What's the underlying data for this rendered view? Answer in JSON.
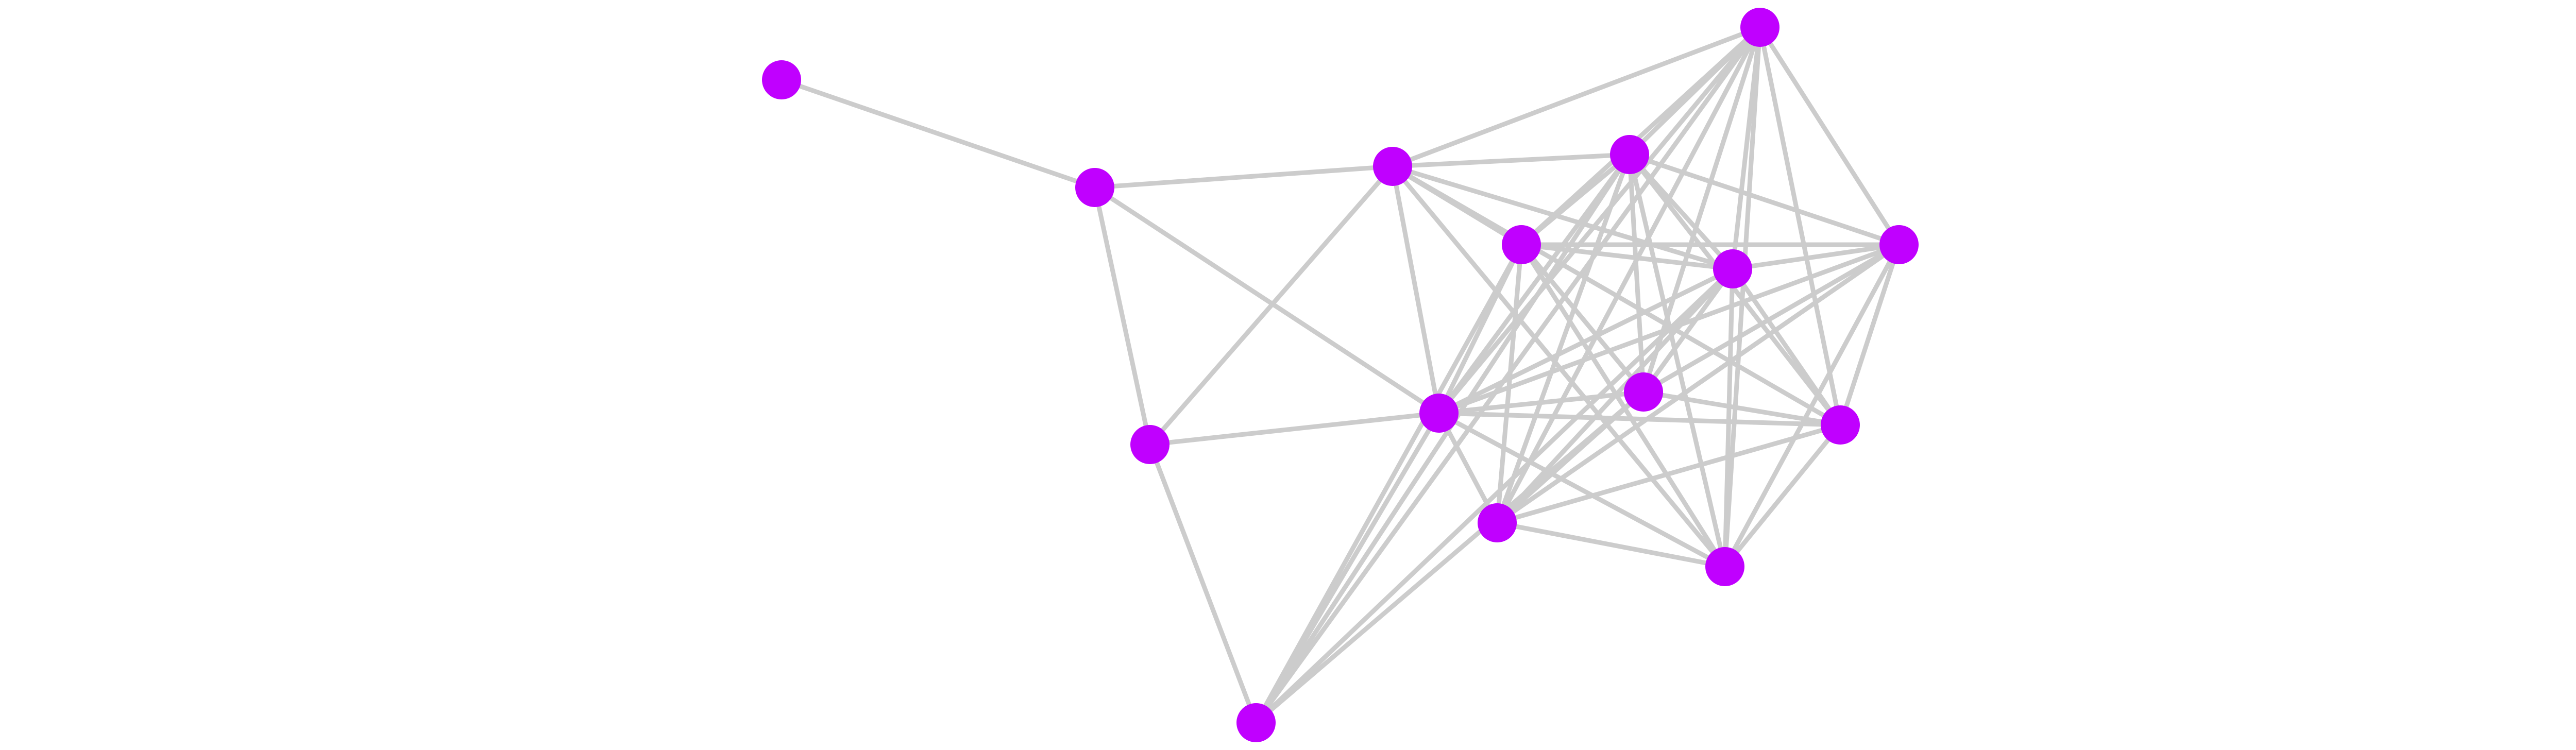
{
  "graph": {
    "colors": {
      "background": "#ffffff",
      "node_fill": "#c000ff",
      "edge_stroke": "#cccccc"
    },
    "nodes": [
      {
        "id": "n0"
      },
      {
        "id": "n1"
      },
      {
        "id": "n2"
      },
      {
        "id": "n3"
      },
      {
        "id": "n4"
      },
      {
        "id": "n5"
      },
      {
        "id": "n6"
      },
      {
        "id": "n7"
      },
      {
        "id": "n8"
      },
      {
        "id": "n9"
      },
      {
        "id": "n10"
      },
      {
        "id": "n11"
      },
      {
        "id": "n12"
      },
      {
        "id": "n13"
      },
      {
        "id": "n14"
      }
    ],
    "edges": [
      [
        "n0",
        "n1"
      ],
      [
        "n1",
        "n2"
      ],
      [
        "n1",
        "n3"
      ],
      [
        "n1",
        "n8"
      ],
      [
        "n2",
        "n3"
      ],
      [
        "n2",
        "n4"
      ],
      [
        "n2",
        "n5"
      ],
      [
        "n2",
        "n6"
      ],
      [
        "n2",
        "n7"
      ],
      [
        "n2",
        "n8"
      ],
      [
        "n2",
        "n12"
      ],
      [
        "n2",
        "n14"
      ],
      [
        "n3",
        "n8"
      ],
      [
        "n3",
        "n9"
      ],
      [
        "n4",
        "n5"
      ],
      [
        "n4",
        "n6"
      ],
      [
        "n4",
        "n7"
      ],
      [
        "n4",
        "n8"
      ],
      [
        "n4",
        "n9"
      ],
      [
        "n4",
        "n10"
      ],
      [
        "n4",
        "n11"
      ],
      [
        "n4",
        "n12"
      ],
      [
        "n4",
        "n13"
      ],
      [
        "n4",
        "n14"
      ],
      [
        "n5",
        "n6"
      ],
      [
        "n5",
        "n7"
      ],
      [
        "n5",
        "n8"
      ],
      [
        "n5",
        "n9"
      ],
      [
        "n5",
        "n10"
      ],
      [
        "n5",
        "n11"
      ],
      [
        "n5",
        "n12"
      ],
      [
        "n5",
        "n13"
      ],
      [
        "n5",
        "n14"
      ],
      [
        "n6",
        "n7"
      ],
      [
        "n6",
        "n8"
      ],
      [
        "n6",
        "n9"
      ],
      [
        "n6",
        "n10"
      ],
      [
        "n6",
        "n11"
      ],
      [
        "n6",
        "n13"
      ],
      [
        "n6",
        "n14"
      ],
      [
        "n7",
        "n8"
      ],
      [
        "n7",
        "n9"
      ],
      [
        "n7",
        "n10"
      ],
      [
        "n7",
        "n11"
      ],
      [
        "n7",
        "n12"
      ],
      [
        "n7",
        "n13"
      ],
      [
        "n7",
        "n14"
      ],
      [
        "n8",
        "n9"
      ],
      [
        "n8",
        "n10"
      ],
      [
        "n8",
        "n11"
      ],
      [
        "n8",
        "n12"
      ],
      [
        "n8",
        "n13"
      ],
      [
        "n8",
        "n14"
      ],
      [
        "n9",
        "n10"
      ],
      [
        "n10",
        "n11"
      ],
      [
        "n10",
        "n12"
      ],
      [
        "n10",
        "n13"
      ],
      [
        "n11",
        "n12"
      ],
      [
        "n11",
        "n13"
      ],
      [
        "n11",
        "n14"
      ],
      [
        "n12",
        "n13"
      ],
      [
        "n12",
        "n14"
      ],
      [
        "n13",
        "n14"
      ]
    ]
  }
}
